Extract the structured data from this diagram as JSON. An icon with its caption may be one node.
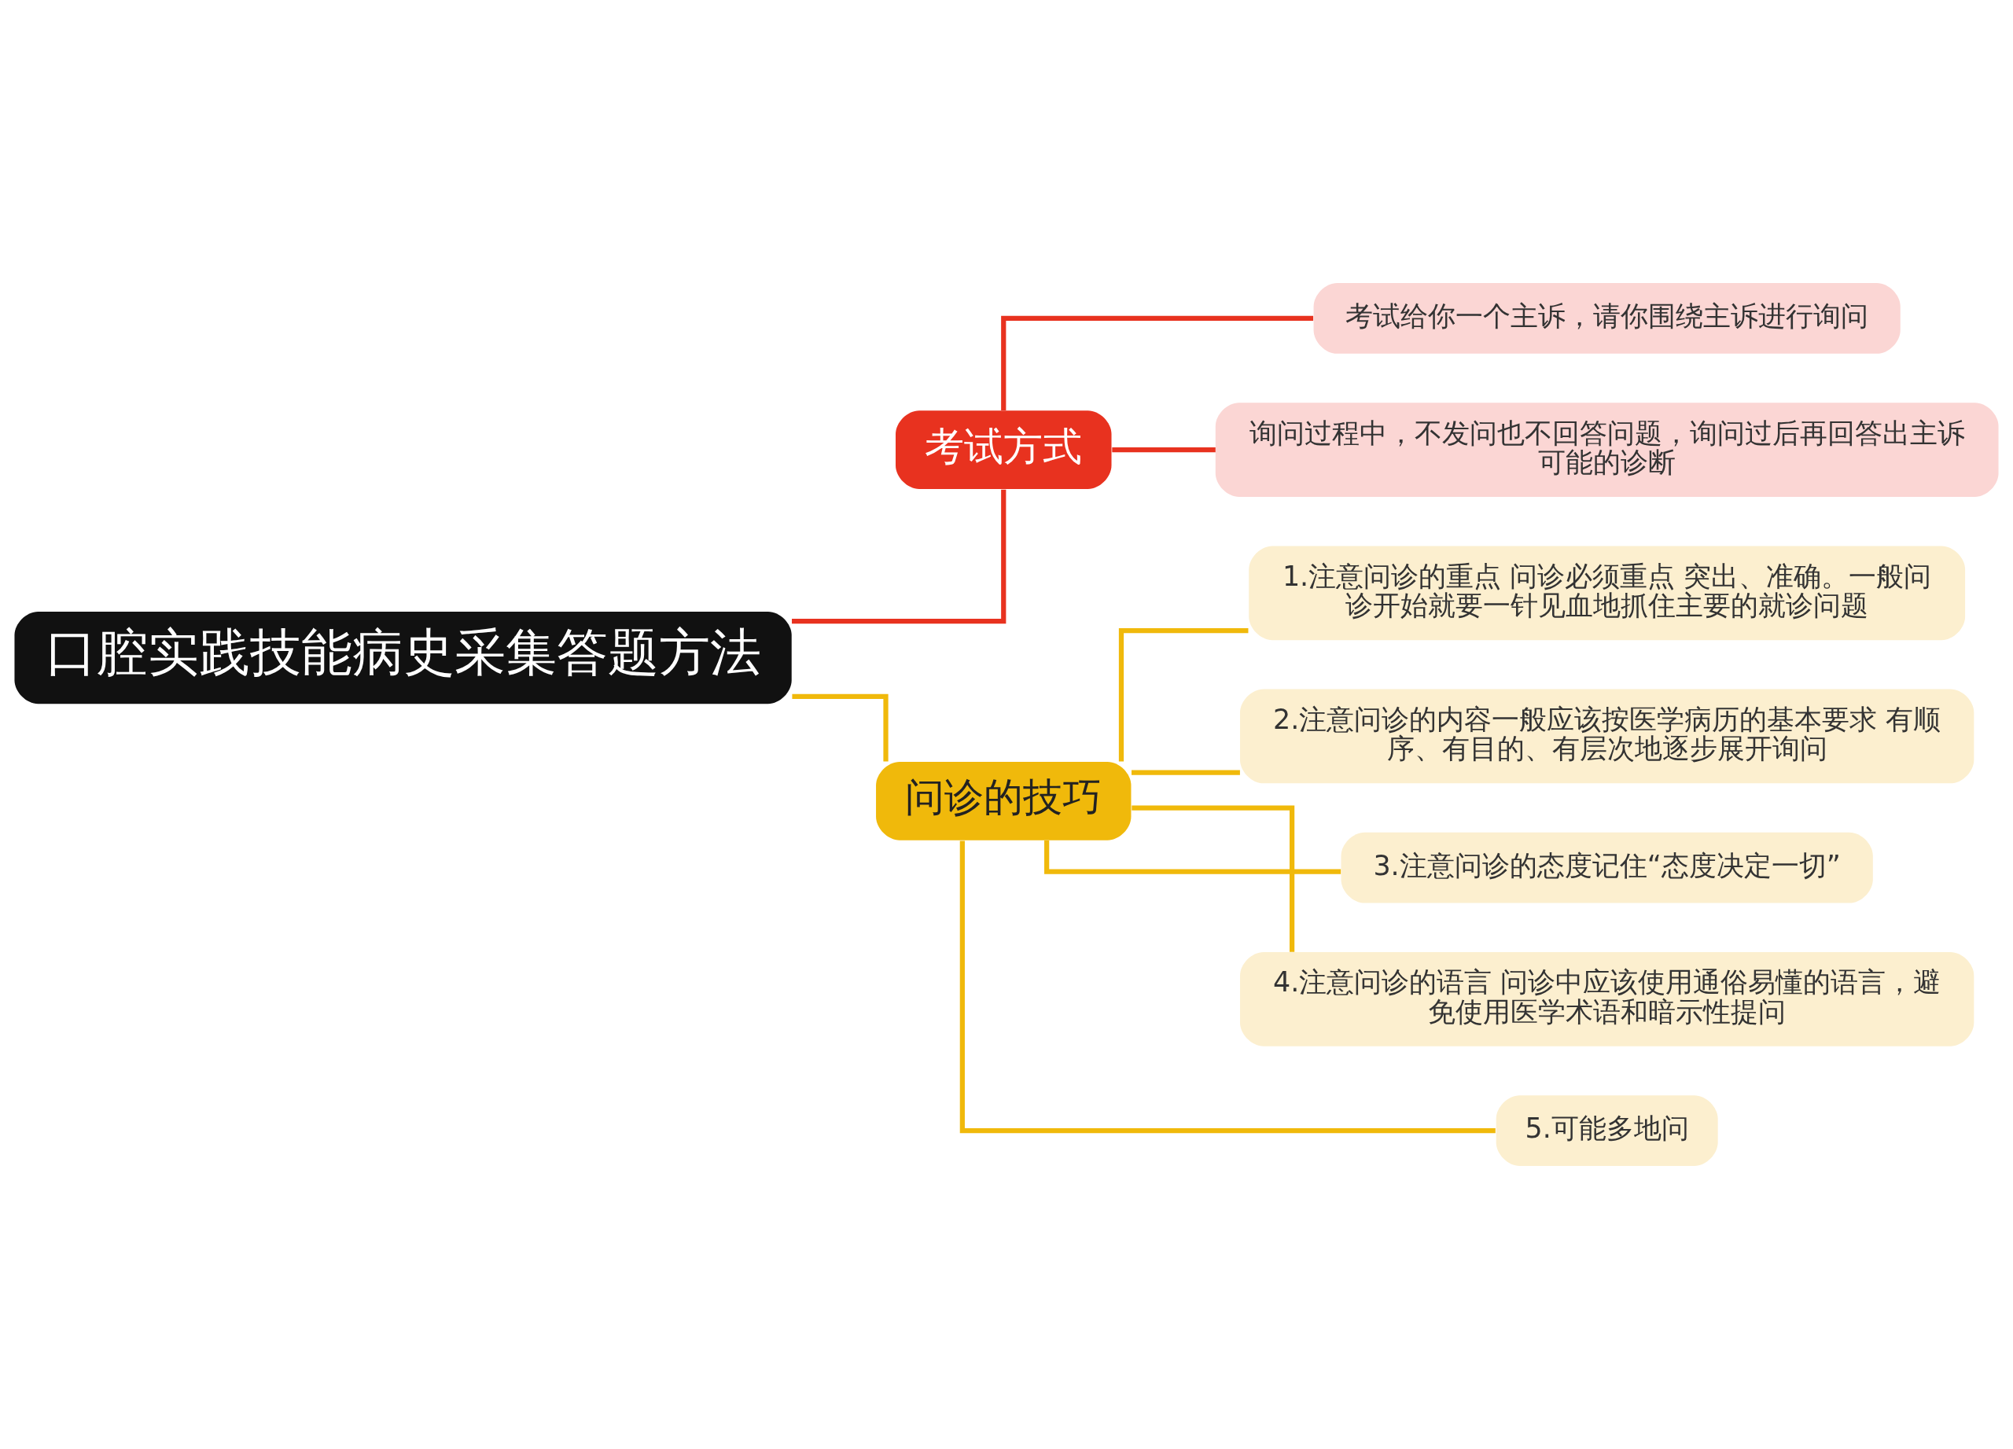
{
  "diagram": {
    "nodes": [
      {
        "text": [
          "口腔实践技能病史采集答题方法"
        ]
      },
      {
        "text": [
          "考试方式"
        ]
      },
      {
        "text": [
          "考试给你一个主诉，请你围绕主诉进行询问"
        ]
      },
      {
        "text": [
          "询问过程中，不发问也不回答问题，询问过后再回答出主诉可能的诊断"
        ]
      },
      {
        "text": [
          "问诊的技巧"
        ]
      },
      {
        "text": [
          "1.注意问诊的重点 问诊必须重点 突出、准确。一般问诊开始就要一针见血地抓住主要的就诊问题"
        ]
      },
      {
        "text": [
          "2.注意问诊的内容一般应该按医学病历的基本要求 有顺序、有目的、有层次地逐步展开询问"
        ]
      },
      {
        "text": [
          "3.注意问诊的态度记住“态度决定一切”"
        ]
      },
      {
        "text": [
          "4.注意问诊的语言 问诊中应该使用通俗易懂的语言，避免使用医学术语和暗示性提问"
        ]
      },
      {
        "text": [
          "5.可能多地问"
        ]
      }
    ],
    "edges": [
      {
        "from": 0,
        "to": 1,
        "arrow": "none",
        "color": "#e8321f"
      },
      {
        "from": 1,
        "to": 2,
        "arrow": "none",
        "color": "#e8321f"
      },
      {
        "from": 1,
        "to": 3,
        "arrow": "none",
        "color": "#e8321f"
      },
      {
        "from": 0,
        "to": 4,
        "arrow": "none"
      },
      {
        "from": 4,
        "to": 5,
        "arrow": "none"
      },
      {
        "from": 4,
        "to": 6,
        "arrow": "none"
      },
      {
        "from": 4,
        "to": 7,
        "arrow": "none"
      },
      {
        "from": 4,
        "to": 8,
        "arrow": "none"
      },
      {
        "from": 4,
        "to": 9,
        "arrow": "none"
      }
    ]
  }
}
